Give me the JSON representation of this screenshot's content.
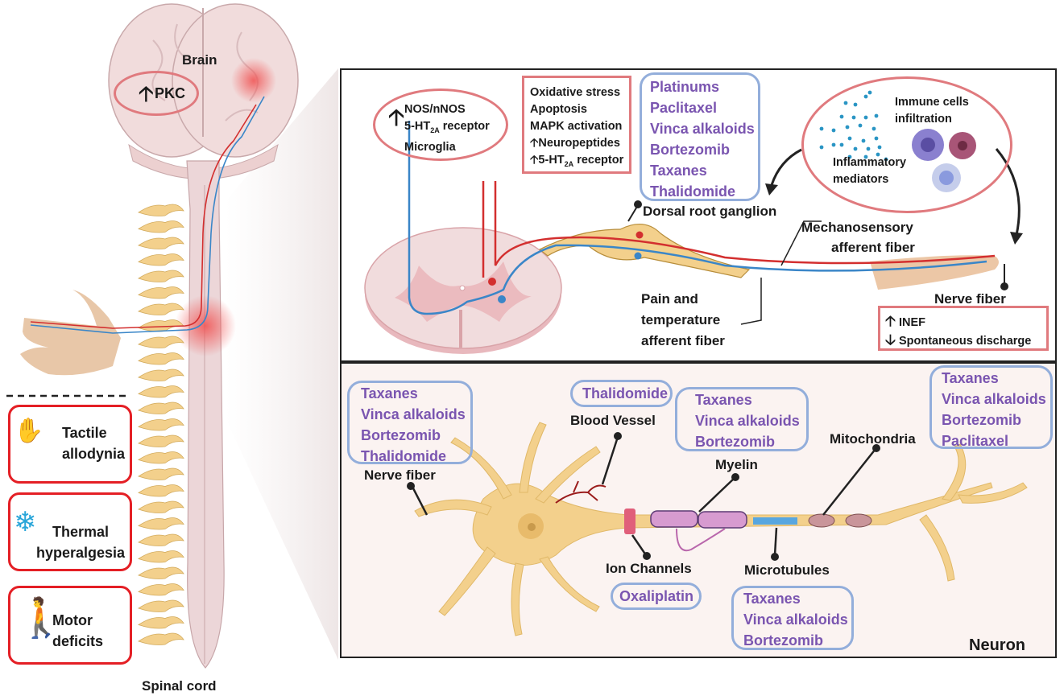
{
  "left": {
    "brain_label": "Brain",
    "pkc_label": "PKC",
    "spinal_cord_label": "Spinal cord",
    "symptoms": [
      {
        "line1": "Tactile",
        "line2": "allodynia",
        "icon": "hand-syringe-icon"
      },
      {
        "line1": "Thermal",
        "line2": "hyperalgesia",
        "icon": "snowflake-thermometer-icon"
      },
      {
        "line1": "Motor",
        "line2": "deficits",
        "icon": "bent-person-icon"
      }
    ]
  },
  "top_panel": {
    "spinal_oval": [
      "NOS/nNOS",
      "5-HT",
      "receptor",
      "Microglia"
    ],
    "spinal_oval_sub": "2A",
    "stress_box": [
      "Oxidative stress",
      "Apoptosis",
      "MAPK activation",
      "Neuropeptides",
      "5-HT",
      "receptor"
    ],
    "stress_sub": "2A",
    "drg_drugs": [
      "Platinums",
      "Paclitaxel",
      "Vinca alkaloids",
      "Bortezomib",
      "Taxanes",
      "Thalidomide"
    ],
    "immune_title_1": "Immune cells",
    "immune_title_2": "infiltration",
    "inflam_1": "Inflammatory",
    "inflam_2": "mediators",
    "drg_label": "Dorsal root ganglion",
    "mech_1": "Mechanosensory",
    "mech_2": "afferent fiber",
    "pain_1": "Pain and",
    "pain_2": "temperature",
    "pain_3": "afferent fiber",
    "nerve_fiber_label": "Nerve fiber",
    "inef_box": [
      "INEF",
      "Spontaneous discharge"
    ]
  },
  "bottom_panel": {
    "title": "Neuron",
    "nerve_fiber_drugs": [
      "Taxanes",
      "Vinca alkaloids",
      "Bortezomib",
      "Thalidomide"
    ],
    "nerve_fiber_label": "Nerve fiber",
    "blood_vessel_drugs": [
      "Thalidomide"
    ],
    "blood_vessel_label": "Blood Vessel",
    "myelin_drugs": [
      "Taxanes",
      "Vinca alkaloids",
      "Bortezomib"
    ],
    "myelin_label": "Myelin",
    "mito_label": "Mitochondria",
    "mito_drugs": [
      "Taxanes",
      "Vinca alkaloids",
      "Bortezomib",
      "Paclitaxel"
    ],
    "ion_label": "Ion Channels",
    "ion_drugs": [
      "Oxaliplatin"
    ],
    "micro_label": "Microtubules",
    "micro_drugs": [
      "Taxanes",
      "Vinca alkaloids",
      "Bortezomib"
    ]
  },
  "colors": {
    "drug_text": "#7a55b0",
    "drug_border": "#93aedb",
    "red_box": "#e07a7e",
    "symptom_border": "#e41f25",
    "neuron": "#f3d08c",
    "sensory_red": "#d32f2f",
    "sensory_blue": "#3a86c8"
  }
}
